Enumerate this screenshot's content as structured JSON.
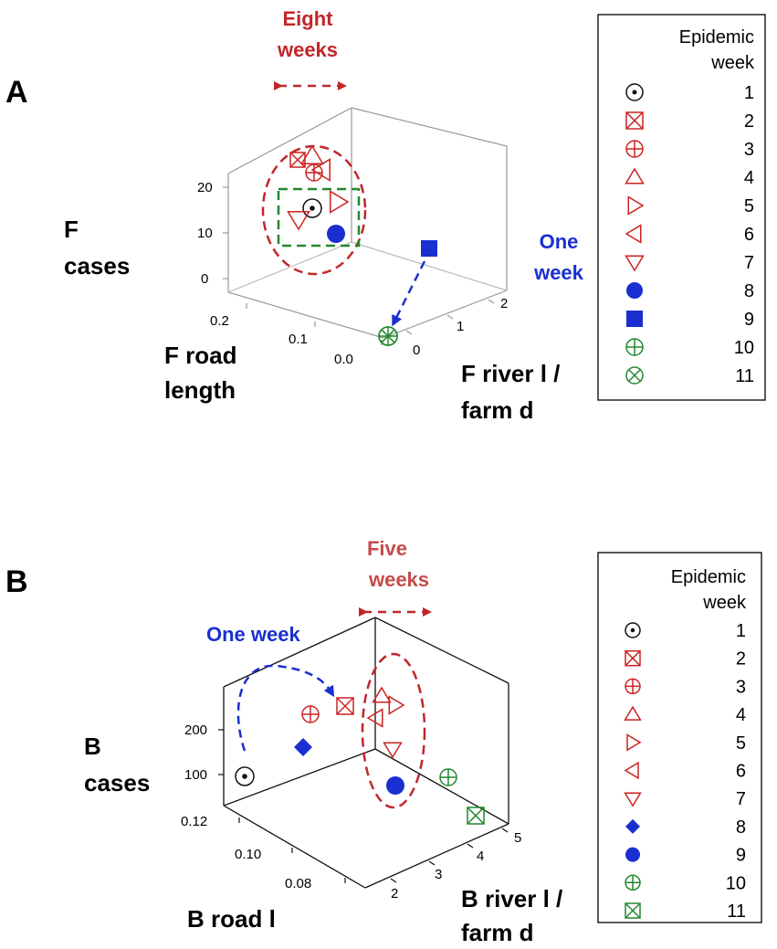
{
  "colors": {
    "red": "#cc2222",
    "dark_red": "#c0262b",
    "blue": "#1a2fd0",
    "green": "#22882f",
    "black": "#111111",
    "gray": "#888888"
  },
  "chart_data": [
    {
      "type": "scatter3d",
      "panel_label": "A",
      "zlabel": [
        "F",
        "cases"
      ],
      "xlabel": [
        "F road",
        "length"
      ],
      "ylabel": [
        "F river l /",
        "farm d"
      ],
      "zticks": [
        "0",
        "10",
        "20"
      ],
      "xticks": [
        "0.2",
        "0.1",
        "0.0"
      ],
      "yticks": [
        "0",
        "1",
        "2"
      ],
      "legend": {
        "title": [
          "Epidemic",
          "week"
        ],
        "placement": "right",
        "entries": [
          {
            "label": "1",
            "marker": "circle-dot",
            "color": "black"
          },
          {
            "label": "2",
            "marker": "square-x",
            "color": "red"
          },
          {
            "label": "3",
            "marker": "circle-plus",
            "color": "red"
          },
          {
            "label": "4",
            "marker": "triangle-up",
            "color": "red"
          },
          {
            "label": "5",
            "marker": "triangle-right",
            "color": "red"
          },
          {
            "label": "6",
            "marker": "triangle-left",
            "color": "red"
          },
          {
            "label": "7",
            "marker": "triangle-down",
            "color": "red"
          },
          {
            "label": "8",
            "marker": "filled-circle",
            "color": "blue"
          },
          {
            "label": "9",
            "marker": "filled-square",
            "color": "blue"
          },
          {
            "label": "10",
            "marker": "circle-plus",
            "color": "green"
          },
          {
            "label": "11",
            "marker": "circle-x",
            "color": "green"
          }
        ]
      },
      "annotations": [
        {
          "text": [
            "Eight",
            "weeks"
          ],
          "color": "dark_red"
        },
        {
          "text": [
            "One",
            "week"
          ],
          "color": "blue"
        }
      ]
    },
    {
      "type": "scatter3d",
      "panel_label": "B",
      "zlabel": [
        "B",
        "cases"
      ],
      "xlabel": [
        "B road l"
      ],
      "ylabel": [
        "B river l /",
        "farm d"
      ],
      "zticks": [
        "100",
        "200"
      ],
      "xticks": [
        "0.12",
        "0.10",
        "0.08"
      ],
      "yticks": [
        "2",
        "3",
        "4",
        "5"
      ],
      "legend": {
        "title": [
          "Epidemic",
          "week"
        ],
        "placement": "right",
        "entries": [
          {
            "label": "1",
            "marker": "circle-dot",
            "color": "black"
          },
          {
            "label": "2",
            "marker": "square-x",
            "color": "red"
          },
          {
            "label": "3",
            "marker": "circle-plus",
            "color": "red"
          },
          {
            "label": "4",
            "marker": "triangle-up",
            "color": "red"
          },
          {
            "label": "5",
            "marker": "triangle-right",
            "color": "red"
          },
          {
            "label": "6",
            "marker": "triangle-left",
            "color": "red"
          },
          {
            "label": "7",
            "marker": "triangle-down",
            "color": "red"
          },
          {
            "label": "8",
            "marker": "filled-diamond",
            "color": "blue"
          },
          {
            "label": "9",
            "marker": "filled-circle",
            "color": "blue"
          },
          {
            "label": "10",
            "marker": "circle-plus",
            "color": "green"
          },
          {
            "label": "11",
            "marker": "square-x",
            "color": "green"
          }
        ]
      },
      "annotations": [
        {
          "text": [
            "Five",
            "weeks"
          ],
          "color": "dark_red"
        },
        {
          "text": [
            "One week"
          ],
          "color": "blue"
        }
      ]
    }
  ]
}
